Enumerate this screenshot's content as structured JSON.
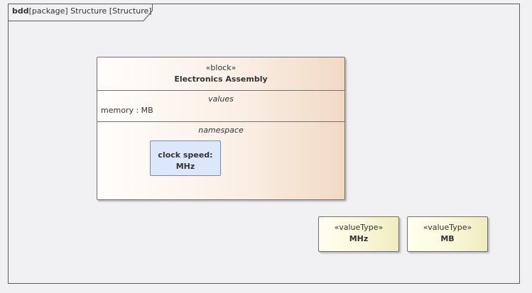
{
  "frame": {
    "kind": "bdd",
    "label": "[package] Structure [Structure]"
  },
  "block": {
    "stereotype": "«block»",
    "name": "Electronics Assembly",
    "values_title": "values",
    "values": [
      "memory : MB"
    ],
    "namespace_title": "namespace",
    "part": {
      "line1": "clock speed:",
      "line2": "MHz"
    }
  },
  "value_types": [
    {
      "stereotype": "«valueType»",
      "name": "MHz"
    },
    {
      "stereotype": "«valueType»",
      "name": "MB"
    }
  ],
  "colors": {
    "canvas": "#f1f1f4",
    "block_fill_start": "#fffdfb",
    "block_fill_end": "#f1dac4",
    "part_fill": "#dbe7fb",
    "value_type_fill_start": "#fffff0",
    "value_type_fill_end": "#efecc0",
    "border": "#707070"
  }
}
